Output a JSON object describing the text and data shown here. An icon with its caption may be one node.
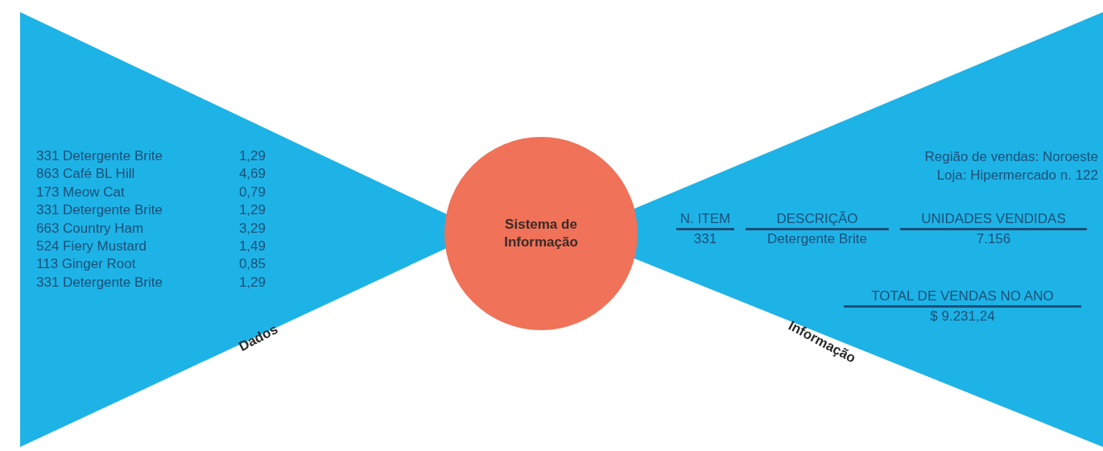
{
  "diagram": {
    "nodes": [
      {
        "text": [
          "331 Detergente Brite",
          "1,29",
          "863 Café BL Hill",
          "4,69",
          "173 Meow Cat",
          "0,79",
          "331 Detergente Brite",
          "1,29",
          "663 Country Ham",
          "3,29",
          "524 Fiery Mustard",
          "1,49",
          "113 Ginger Root",
          "0,85",
          "331 Detergente Brite",
          "1,29"
        ],
        "beside": [
          "Dados"
        ]
      },
      {
        "text": [
          "Sistema de Informação"
        ]
      },
      {
        "text": [
          "Região de vendas: Noroeste",
          "Loja: Hipermercado n. 122",
          "N. ITEM",
          "DESCRIÇÃO",
          "UNIDADES VENDIDAS",
          "331",
          "Detergente Brite",
          "7.156",
          "TOTAL DE VENDAS NO ANO",
          "$ 9.231,24"
        ],
        "beside": [
          "Informação"
        ]
      }
    ]
  }
}
